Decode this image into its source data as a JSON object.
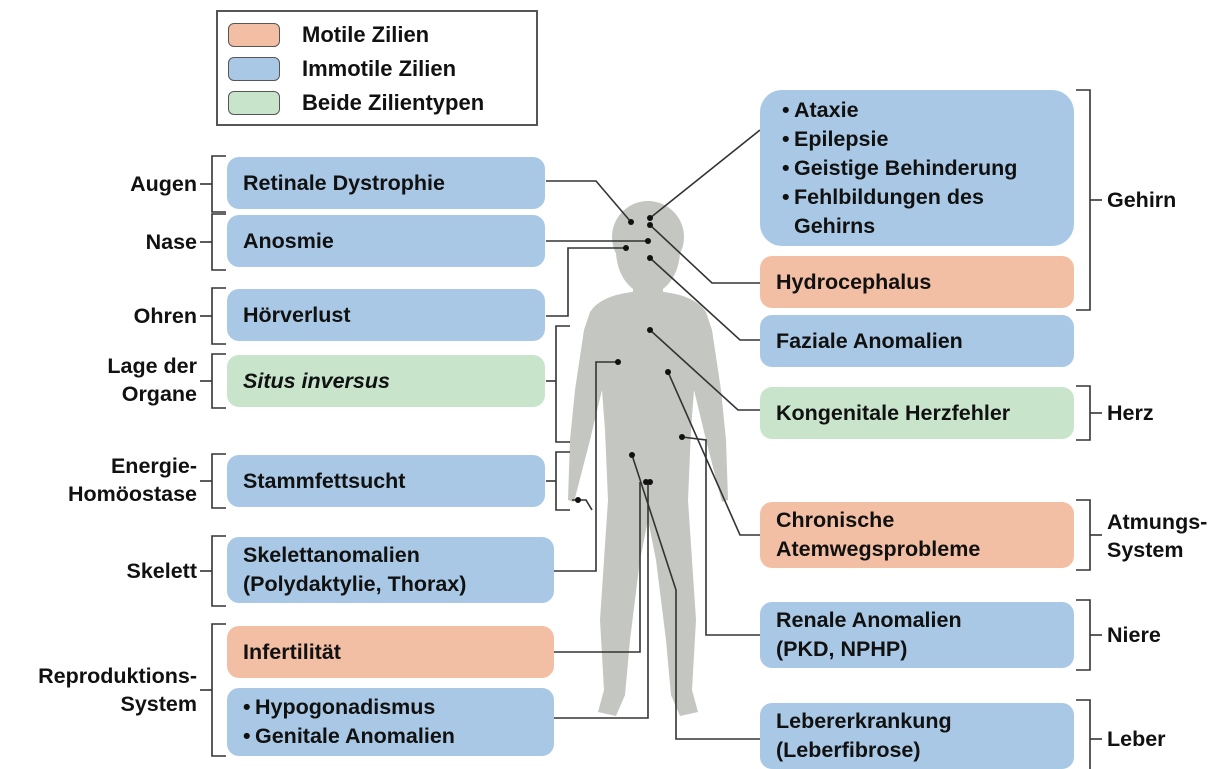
{
  "legend": {
    "items": [
      {
        "label": "Motile Zilien",
        "color": "#f2bfa5"
      },
      {
        "label": "Immotile Zilien",
        "color": "#a9c8e5"
      },
      {
        "label": "Beide Zilientypen",
        "color": "#c8e5cc"
      }
    ]
  },
  "left_groups": {
    "augen": [
      "Augen"
    ],
    "nase": [
      "Nase"
    ],
    "ohren": [
      "Ohren"
    ],
    "lage": [
      "Lage der",
      "Organe"
    ],
    "energie": [
      "Energie-",
      "Homöostase"
    ],
    "skelett": [
      "Skelett"
    ],
    "repro": [
      "Reproduktions-",
      "System"
    ]
  },
  "left_boxes": {
    "retinale": [
      "Retinale Dystrophie"
    ],
    "anosmie": [
      "Anosmie"
    ],
    "hoerverlust": [
      "Hörverlust"
    ],
    "situs": [
      "Situs inversus"
    ],
    "stammfett": [
      "Stammfettsucht"
    ],
    "skelettanomalien": [
      "Skelettanomalien",
      "(Polydaktylie, Thorax)"
    ],
    "infertilitaet": [
      "Infertilität"
    ],
    "hypogonadismus": [
      "Hypogonadismus",
      "Genitale Anomalien"
    ]
  },
  "right_boxes": {
    "gehirn_list": [
      "Ataxie",
      "Epilepsie",
      "Geistige Behinderung",
      "Fehlbildungen des",
      "Gehirns"
    ],
    "hydrocephalus": [
      "Hydrocephalus"
    ],
    "faziale": [
      "Faziale Anomalien"
    ],
    "herzfehler": [
      "Kongenitale Herzfehler"
    ],
    "atemwege": [
      "Chronische",
      "Atemwegsprobleme"
    ],
    "renal": [
      "Renale Anomalien",
      "(PKD, NPHP)"
    ],
    "leber": [
      "Lebererkrankung",
      "(Leberfibrose)"
    ]
  },
  "right_groups": {
    "gehirn": [
      "Gehirn"
    ],
    "herz": [
      "Herz"
    ],
    "atmung": [
      "Atmungs-",
      "System"
    ],
    "niere": [
      "Niere"
    ],
    "leber": [
      "Leber"
    ]
  },
  "bullet": "•",
  "silhouette_color": "#c4c6c1"
}
